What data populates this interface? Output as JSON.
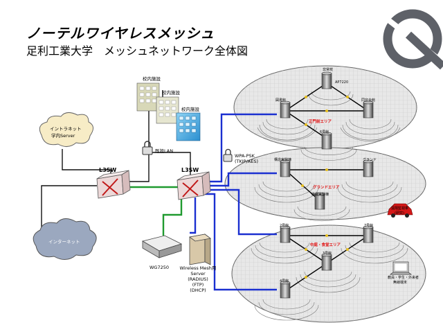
{
  "title": {
    "line1": "ノーテルワイヤレスメッシュ",
    "line2": "足利工業大学　メッシュネットワーク全体図"
  },
  "labels": {
    "campus_building_1": "校内施設",
    "campus_building_2": "校内施設",
    "campus_building_3": "校内施設",
    "existing_lan": "既設LAN",
    "intranet": "イントラネット",
    "intranet_sub": "学内Server",
    "internet": "インターネット",
    "switch_left": "L3SW",
    "switch_right": "L3SW",
    "wpa": "WPA-PSK",
    "wpa_sub": "(TKIP/AES)",
    "wg": "WG7250",
    "server_line1": "Wireless Mesh用",
    "server_line2": "Server",
    "server_line3": "(RADIUS)",
    "server_line4": "(FTP)",
    "server_line5": "(DHCP)",
    "ap_lib": "図書館",
    "ap_7220": "AP7220",
    "ap_hall": "同窓会館",
    "area_gate": "正門前エリア",
    "ap_bldg6": "6号館",
    "ap_research": "構造実験棟",
    "ap_ground": "グランド",
    "area_ground": "グランドエリア",
    "ap_lab": "機械実験棟",
    "car_1": "遠隔監視車",
    "car_2": "(研究)",
    "ap_bldg2": "2号館",
    "ap_bldg7": "7号館",
    "area_center": "中庭・食堂エリア",
    "ap_bldg3": "3号館",
    "ap_bldg4": "4号館",
    "terminal_1": "教員・学生・外来者",
    "terminal_2": "無線端末"
  },
  "colors": {
    "blue_link": "#1a2fd0",
    "green_link": "#1f9a2f",
    "black_link": "#111111",
    "area_red": "#e01010",
    "cloud_intranet": "#f7ecc6",
    "cloud_internet": "#9ba8bf",
    "zone_fill": "#e6e6e6",
    "logo": "#5e6168"
  }
}
